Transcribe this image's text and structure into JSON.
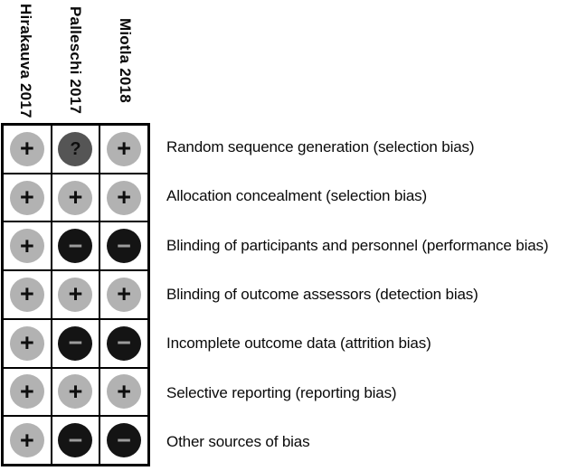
{
  "chart_data": {
    "type": "heatmap",
    "title": "",
    "columns": [
      "Hirakauva 2017",
      "Palleschi 2017",
      "Miotla 2018"
    ],
    "rows": [
      "Random sequence generation (selection bias)",
      "Allocation concealment (selection bias)",
      "Blinding of participants and personnel (performance bias)",
      "Blinding of outcome assessors (detection bias)",
      "Incomplete outcome data (attrition bias)",
      "Selective reporting (reporting bias)",
      "Other sources of bias"
    ],
    "values": [
      [
        "+",
        "?",
        "+"
      ],
      [
        "+",
        "+",
        "+"
      ],
      [
        "+",
        "-",
        "-"
      ],
      [
        "+",
        "+",
        "+"
      ],
      [
        "+",
        "-",
        "-"
      ],
      [
        "+",
        "+",
        "+"
      ],
      [
        "+",
        "-",
        "-"
      ]
    ],
    "legend_position": "none",
    "grid": true
  },
  "symbol_display": {
    "+": "+",
    "?": "?",
    "-": "−"
  },
  "symbol_class": {
    "+": "plus",
    "?": "question",
    "-": "minus"
  },
  "colors": {
    "circle": {
      "+": "#b2b2b2",
      "?": "#555555",
      "-": "#141414"
    },
    "symbol": {
      "+": "#0e0e0e",
      "?": "#0e0e0e",
      "-": "#9c9c9c"
    },
    "grid_line": "#000000",
    "cell_background": "#ffffff",
    "page_background": "#ffffff",
    "label_text": "#0a0a0a"
  }
}
